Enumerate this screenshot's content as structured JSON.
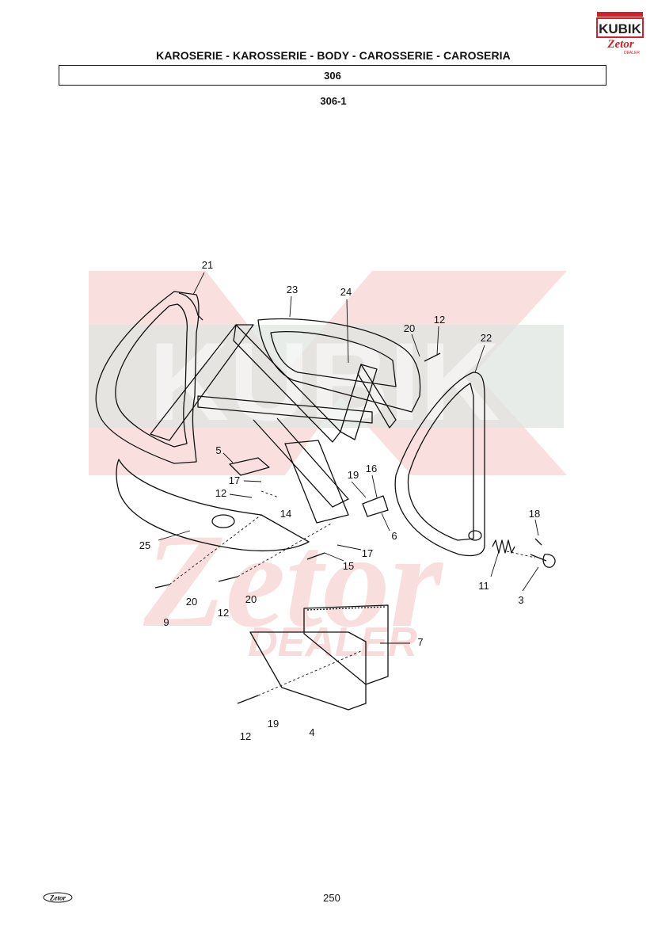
{
  "header": {
    "title": "KAROSERIE - KAROSSERIE - BODY - CAROSSERIE - CAROSERIA",
    "group_code": "306",
    "sub_code": "306-1"
  },
  "logo": {
    "brand": "KUBIK",
    "sub_brand": "Zetor",
    "tagline": "DEALER",
    "colors": {
      "red": "#d42027",
      "dark": "#222222"
    }
  },
  "watermark": {
    "text": "KUBIK",
    "sub_text": "Zetor",
    "dealer_text": "DEALER",
    "colors": {
      "red": "#f6d3d2",
      "grey": "#dfe5e1"
    }
  },
  "callouts": [
    {
      "id": "c21",
      "label": "21"
    },
    {
      "id": "c23",
      "label": "23"
    },
    {
      "id": "c24",
      "label": "24"
    },
    {
      "id": "c20a",
      "label": "20"
    },
    {
      "id": "c12a",
      "label": "12"
    },
    {
      "id": "c22",
      "label": "22"
    },
    {
      "id": "c5",
      "label": "5"
    },
    {
      "id": "c17a",
      "label": "17"
    },
    {
      "id": "c12b",
      "label": "12"
    },
    {
      "id": "c14",
      "label": "14"
    },
    {
      "id": "c19a",
      "label": "19"
    },
    {
      "id": "c16",
      "label": "16"
    },
    {
      "id": "c6",
      "label": "6"
    },
    {
      "id": "c18",
      "label": "18"
    },
    {
      "id": "c25",
      "label": "25"
    },
    {
      "id": "c17b",
      "label": "17"
    },
    {
      "id": "c15",
      "label": "15"
    },
    {
      "id": "c11",
      "label": "11"
    },
    {
      "id": "c3",
      "label": "3"
    },
    {
      "id": "c20b",
      "label": "20"
    },
    {
      "id": "c20c",
      "label": "20"
    },
    {
      "id": "c9",
      "label": "9"
    },
    {
      "id": "c12c",
      "label": "12"
    },
    {
      "id": "c7",
      "label": "7"
    },
    {
      "id": "c12d",
      "label": "12"
    },
    {
      "id": "c19b",
      "label": "19"
    },
    {
      "id": "c4",
      "label": "4"
    }
  ],
  "footer": {
    "page_number": "250",
    "logo_text": "Zetor"
  }
}
